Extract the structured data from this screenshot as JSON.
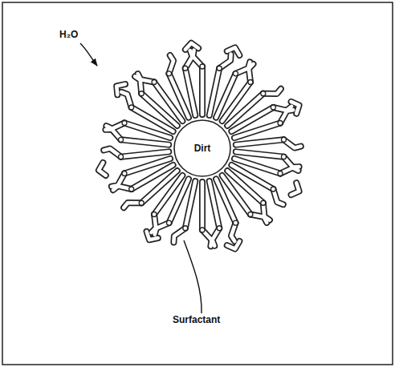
{
  "diagram": {
    "nodes": [
      {
        "text": [
          "Dirt"
        ]
      }
    ],
    "labels": [
      "H₂O",
      "Surfactant"
    ]
  }
}
